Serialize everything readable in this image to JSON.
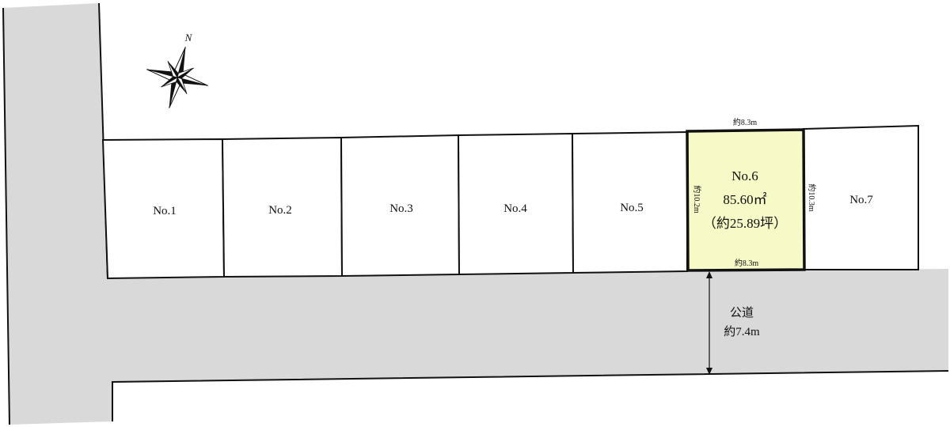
{
  "compass": {
    "north_label": "N"
  },
  "lots": [
    {
      "label": "No.1"
    },
    {
      "label": "No.2"
    },
    {
      "label": "No.3"
    },
    {
      "label": "No.4"
    },
    {
      "label": "No.5"
    },
    {
      "label": "No.7"
    }
  ],
  "focus_lot": {
    "label": "No.6",
    "area": "85.60㎡",
    "tsubo": "（約25.89坪）",
    "top_width": "約8.3m",
    "bottom_width": "約8.3m",
    "left_depth": "約10.2m",
    "right_depth": "約10.3m"
  },
  "road": {
    "type": "公道",
    "width": "約7.4m"
  },
  "colors": {
    "road": "#d9d9d9",
    "focus_lot": "#f7f9c7",
    "lines": "#111111"
  }
}
